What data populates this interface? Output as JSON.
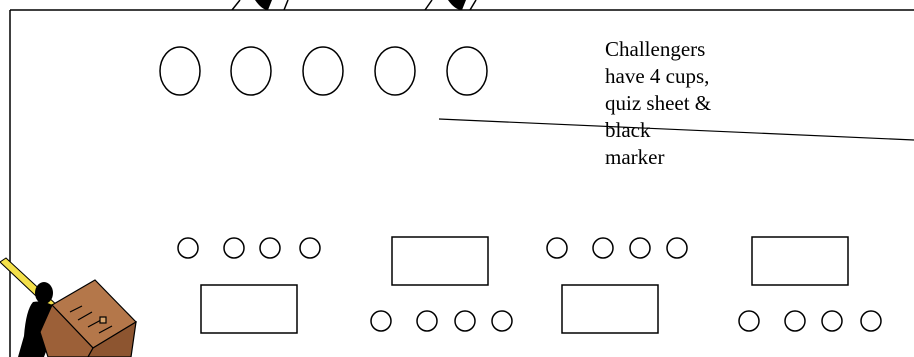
{
  "note": {
    "lines": [
      "Challengers",
      "have 4 cups,",
      "quiz sheet &",
      "black",
      "marker"
    ]
  },
  "colors": {
    "stroke": "#000000",
    "box_brown": "#b4774a",
    "pencil_yellow": "#f4e04a"
  },
  "icons": [
    "person-silhouette-icon",
    "pencil-icon",
    "treasure-box-icon"
  ]
}
